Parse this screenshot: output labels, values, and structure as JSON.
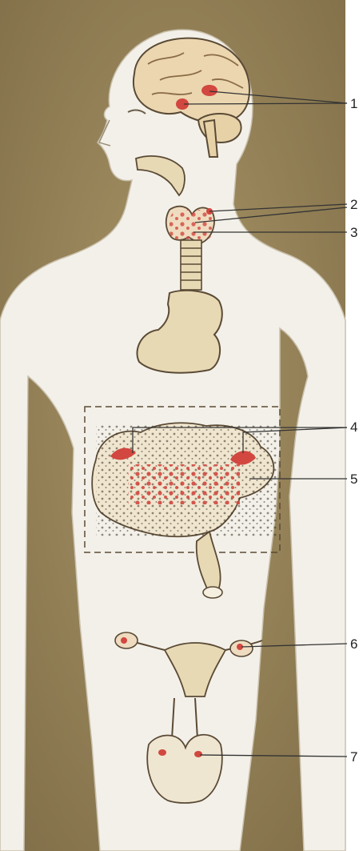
{
  "figure": {
    "callouts": [
      "1",
      "2",
      "3",
      "4",
      "5",
      "6",
      "7"
    ]
  },
  "colors": {
    "background": "#8c7a52",
    "skin": "#f3f0e9",
    "organ": "#e8d9b5",
    "gland_red": "#d2473f",
    "outline": "#5a4a35"
  }
}
